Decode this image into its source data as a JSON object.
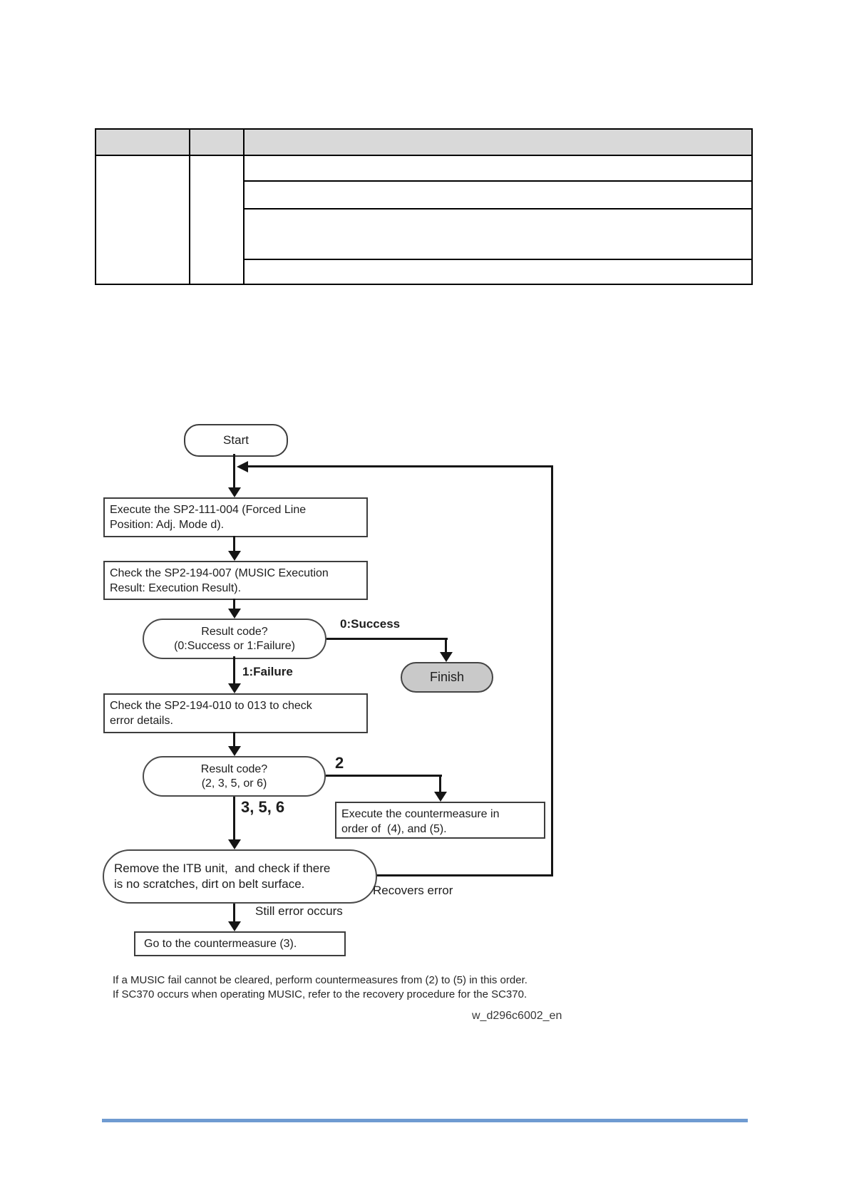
{
  "colors": {
    "rule_blue": "#6f9bd1",
    "table_header_fill": "#d9d9d9",
    "finish_fill": "#c9c9c9",
    "line_black": "#151515"
  },
  "flowchart": {
    "start": "Start",
    "step_execute_sp2_111": {
      "line1": "Execute the SP2-111-004 (Forced Line",
      "line2": "Position: Adj. Mode d)."
    },
    "step_check_sp2_194_007": {
      "line1": "Check the SP2-194-007 (MUSIC Execution",
      "line2": "Result: Execution Result)."
    },
    "decision_result_1": {
      "line1": "Result code?",
      "line2": "(0:Success or 1:Failure)"
    },
    "branch_success": "0:Success",
    "branch_failure": "1:Failure",
    "finish": "Finish",
    "step_check_sp2_194_010": {
      "line1": "Check the SP2-194-010 to 013 to check",
      "line2": "error details."
    },
    "decision_result_2": {
      "line1": "Result code?",
      "line2": "(2, 3, 5, or 6)"
    },
    "branch_2": "2",
    "branch_3_5_6": "3, 5, 6",
    "step_countermeasure_4_5": {
      "line1": "Execute the countermeasure in",
      "line2": "order of  (4), and (5)."
    },
    "decision_remove_itb": {
      "line1": "Remove the ITB unit,  and check if there",
      "line2": "is no scratches, dirt on belt surface."
    },
    "label_recovers_error": "Recovers error",
    "label_still_error": "Still error occurs",
    "step_goto_countermeasure_3": "Go to the countermeasure (3)."
  },
  "footer": {
    "note_line1": "If a MUSIC fail cannot be cleared, perform countermeasures from (2) to (5) in this order.",
    "note_line2": "If SC370 occurs when operating MUSIC, refer to the recovery procedure for the SC370.",
    "watermark": "w_d296c6002_en"
  }
}
